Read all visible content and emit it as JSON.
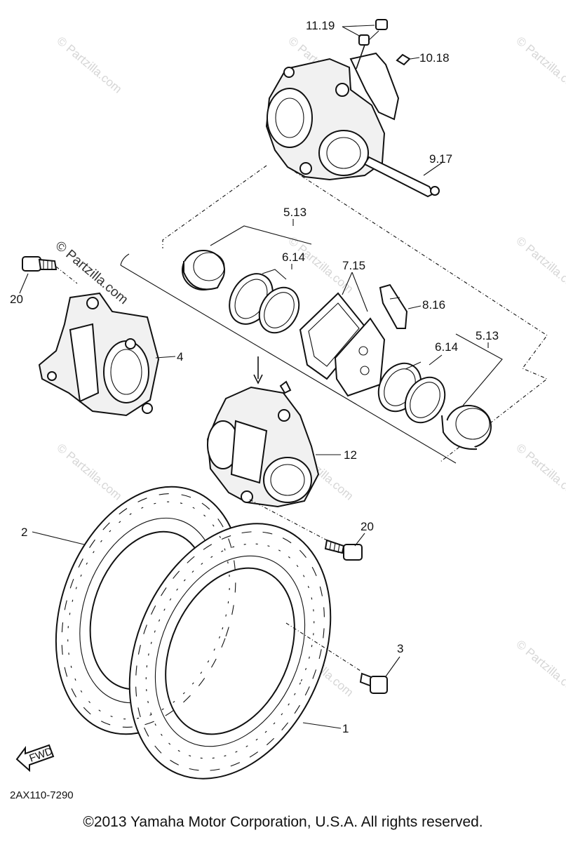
{
  "callouts": {
    "c11_19": "11.19",
    "c10_18": "10.18",
    "c9_17": "9.17",
    "c5_13_top": "5.13",
    "c6_14_top": "6.14",
    "c7_15": "7.15",
    "c8_16": "8.16",
    "c5_13_right": "5.13",
    "c6_14_right": "6.14",
    "c20_left": "20",
    "c4": "4",
    "c12": "12",
    "c2": "2",
    "c20_bottom": "20",
    "c3": "3",
    "c1": "1"
  },
  "fwd_label": "FWD",
  "diagram_code": "2AX110-7290",
  "watermark": "© Partzilla.com",
  "copyright": "©2013  Yamaha Motor Corporation, U.S.A. All rights reserved.",
  "colors": {
    "ink": "#111111",
    "watermark": "#d6d6d6",
    "background": "#ffffff"
  }
}
